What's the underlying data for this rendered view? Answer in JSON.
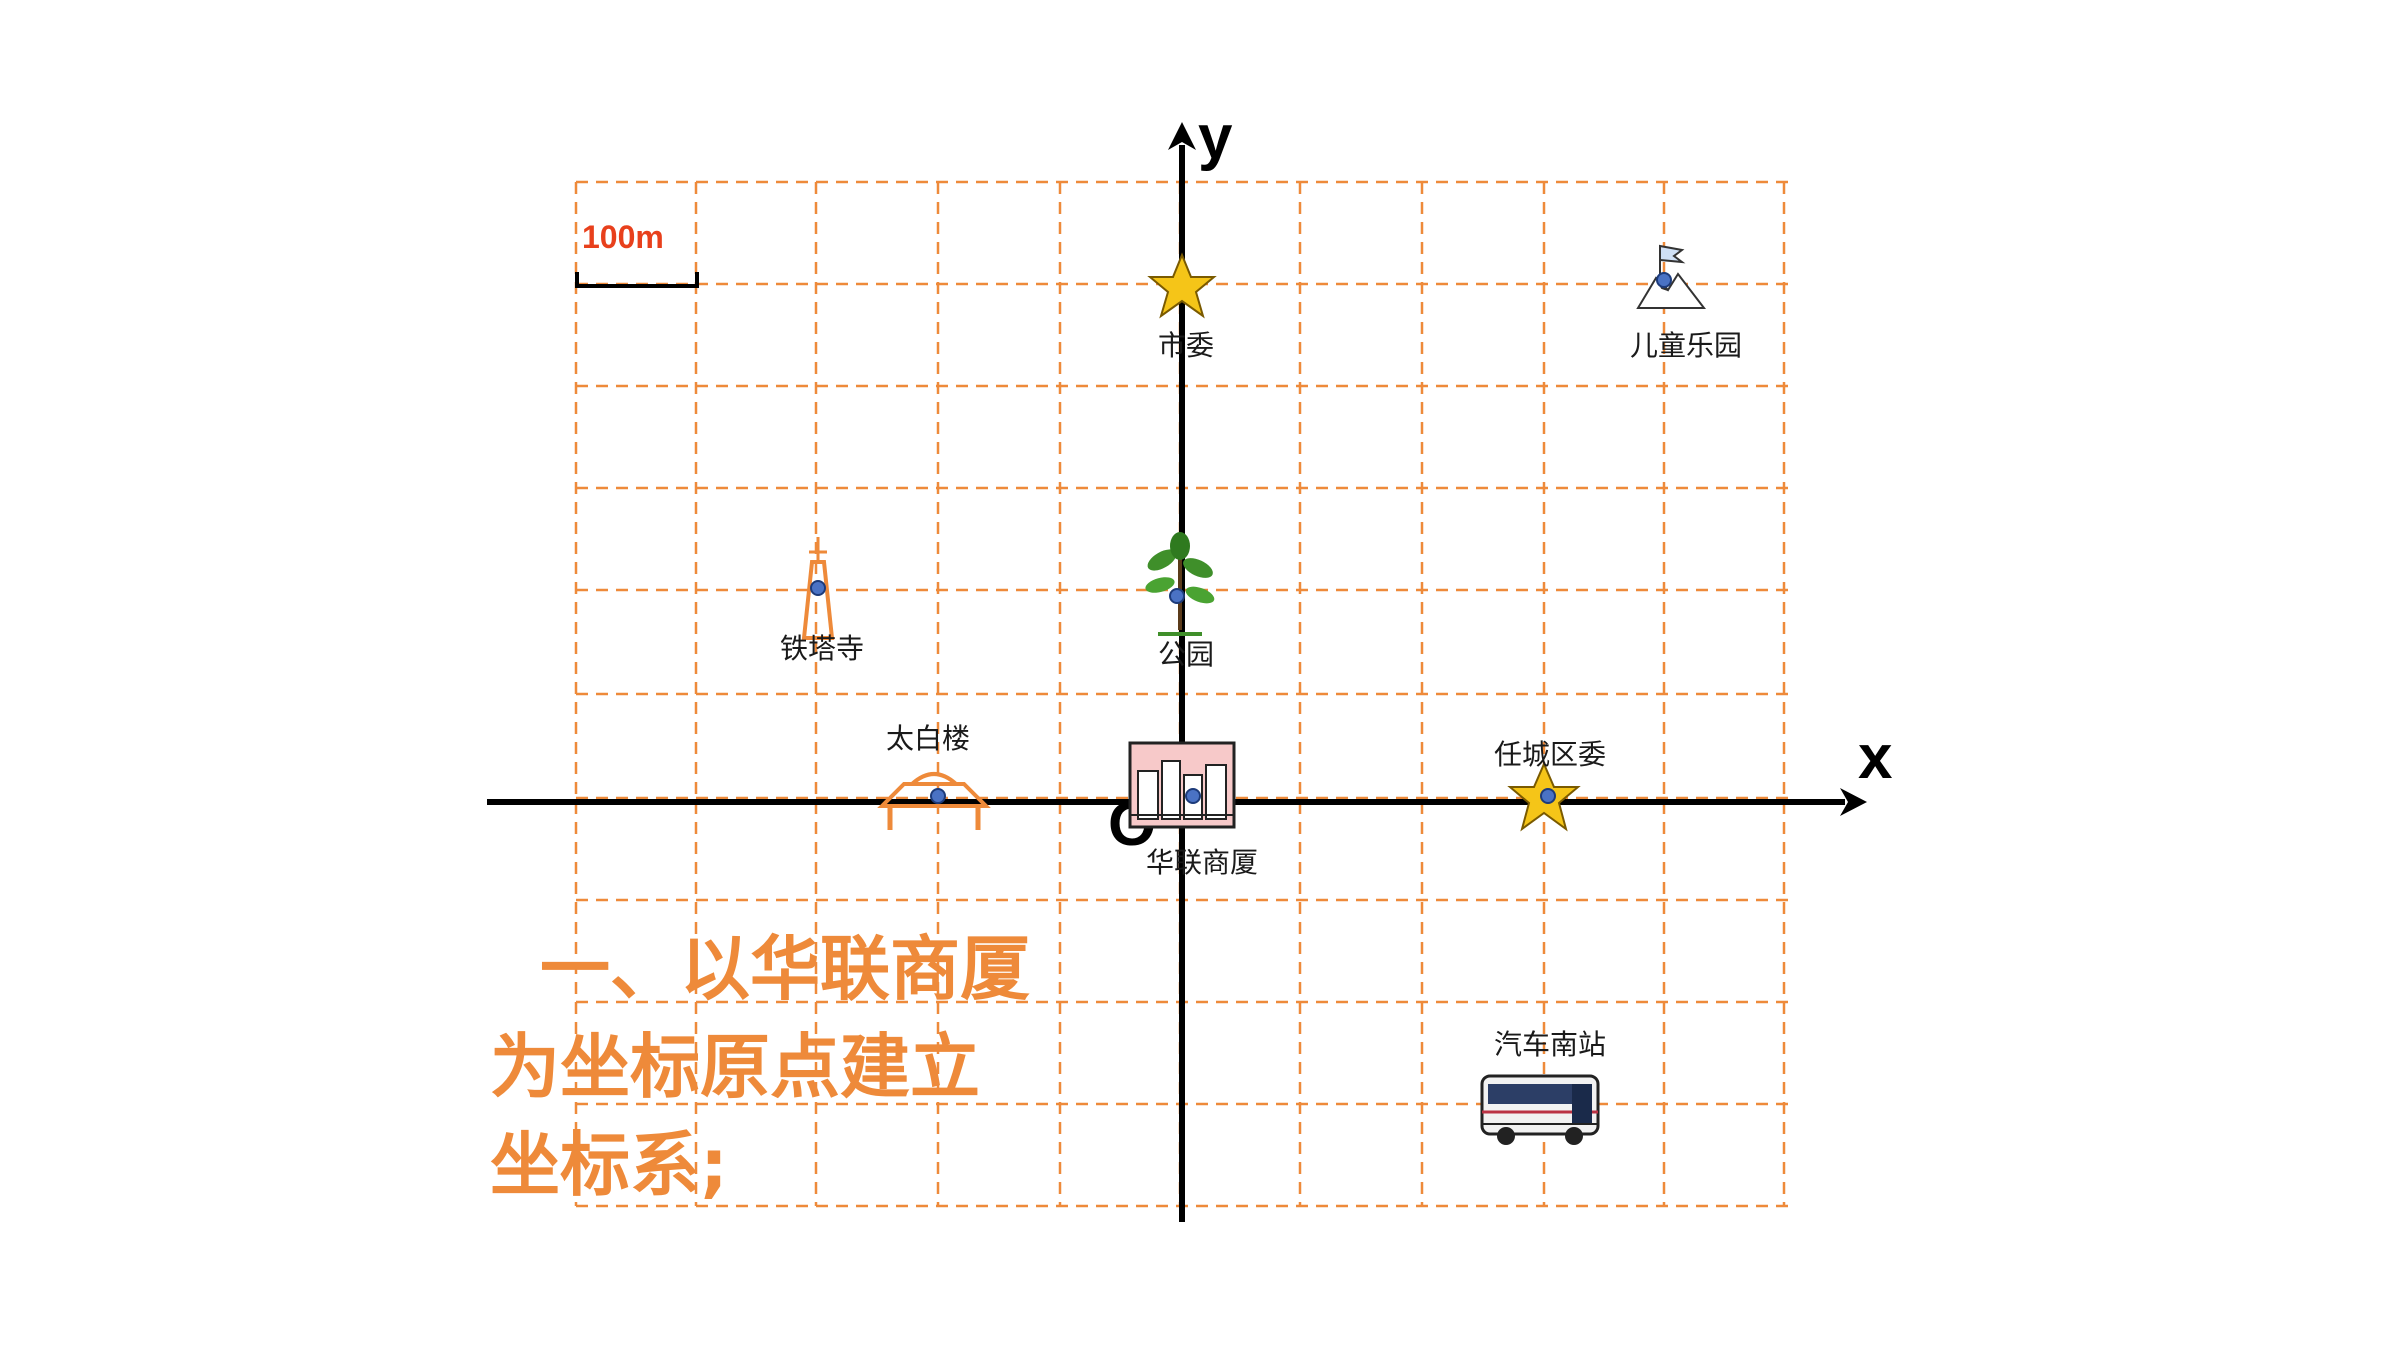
{
  "axes": {
    "x_label": "x",
    "y_label": "y",
    "origin_label": "O"
  },
  "scale": {
    "label": "100m"
  },
  "landmarks": [
    {
      "name": "市委",
      "x": 0,
      "y": 5,
      "icon": "star-icon"
    },
    {
      "name": "儿童乐园",
      "x": 4,
      "y": 5,
      "icon": "flag-mountain-icon"
    },
    {
      "name": "铁塔寺",
      "x": -3,
      "y": 2,
      "icon": "tower-icon"
    },
    {
      "name": "公园",
      "x": 0,
      "y": 2,
      "icon": "tree-icon"
    },
    {
      "name": "太白楼",
      "x": -2,
      "y": 0,
      "icon": "pavilion-icon"
    },
    {
      "name": "华联商厦",
      "x": 0,
      "y": 0,
      "icon": "building-icon"
    },
    {
      "name": "任城区委",
      "x": 3,
      "y": 0,
      "icon": "star-icon"
    },
    {
      "name": "汽车南站",
      "x": 3,
      "y": -3,
      "icon": "bus-icon"
    }
  ],
  "caption": [
    "一、以华联商厦",
    "为坐标原点建立",
    "坐标系;"
  ],
  "colors": {
    "grid": "#ee8a3a",
    "axis": "#000000",
    "caption": "#ee8a3a",
    "scale_label": "#e8401c",
    "star": "#f5c518",
    "dot": "#4a72c4"
  }
}
